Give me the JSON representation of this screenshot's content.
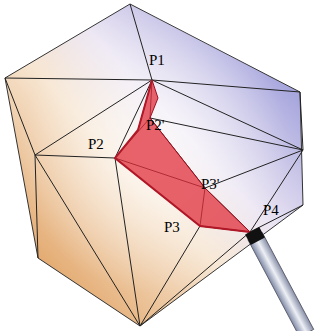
{
  "diagram": {
    "labels": [
      "P1",
      "P2'",
      "P2",
      "P3'",
      "P3",
      "P4"
    ]
  }
}
